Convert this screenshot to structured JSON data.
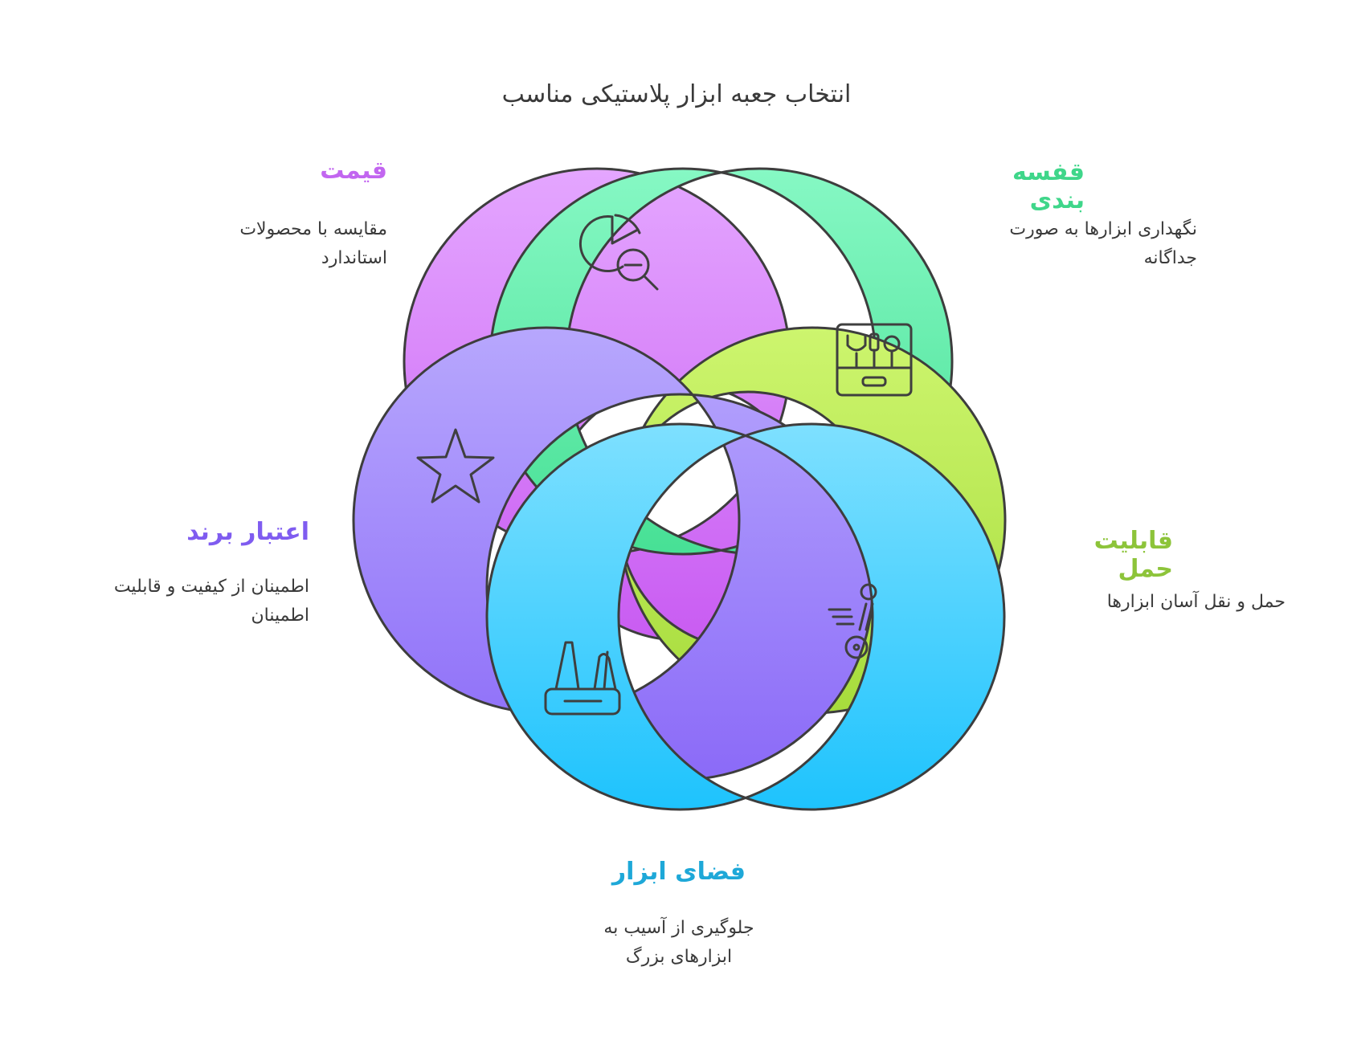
{
  "title": "انتخاب جعبه ابزار پلاستیکی مناسب",
  "items": [
    {
      "heading": "قیمت",
      "description": "مقایسه با محصولات استاندارد",
      "color": "#c266f0",
      "icon": "pie-chart-search-icon"
    },
    {
      "heading": "قفسه بندی",
      "description": "نگهداری ابزارها به صورت جداگانه",
      "color": "#3fd68a",
      "icon": "toolbox-icon"
    },
    {
      "heading": "قابلیت حمل",
      "description": "حمل و نقل آسان ابزارها",
      "color": "#8dc43a",
      "icon": "hand-truck-icon"
    },
    {
      "heading": "فضای ابزار",
      "description": "جلوگیری از آسیب به ابزارهای بزرگ",
      "color": "#1ea8d8",
      "icon": "multitool-icon"
    },
    {
      "heading": "اعتبار برند",
      "description": "اطمینان از کیفیت و قابلیت اطمینان",
      "color": "#7f5cf0",
      "icon": "star-icon"
    }
  ],
  "palette": {
    "purple": [
      "#e4a6ff",
      "#c95cf2"
    ],
    "green": [
      "#86f8c4",
      "#47e095"
    ],
    "lime": [
      "#cdf56e",
      "#a7dc3c"
    ],
    "blue": [
      "#7ee0ff",
      "#1ec3fd"
    ],
    "violet": [
      "#b7a7fd",
      "#8b6af8"
    ],
    "stroke": "#3d3d3d",
    "icon": "#3f3f3f"
  }
}
